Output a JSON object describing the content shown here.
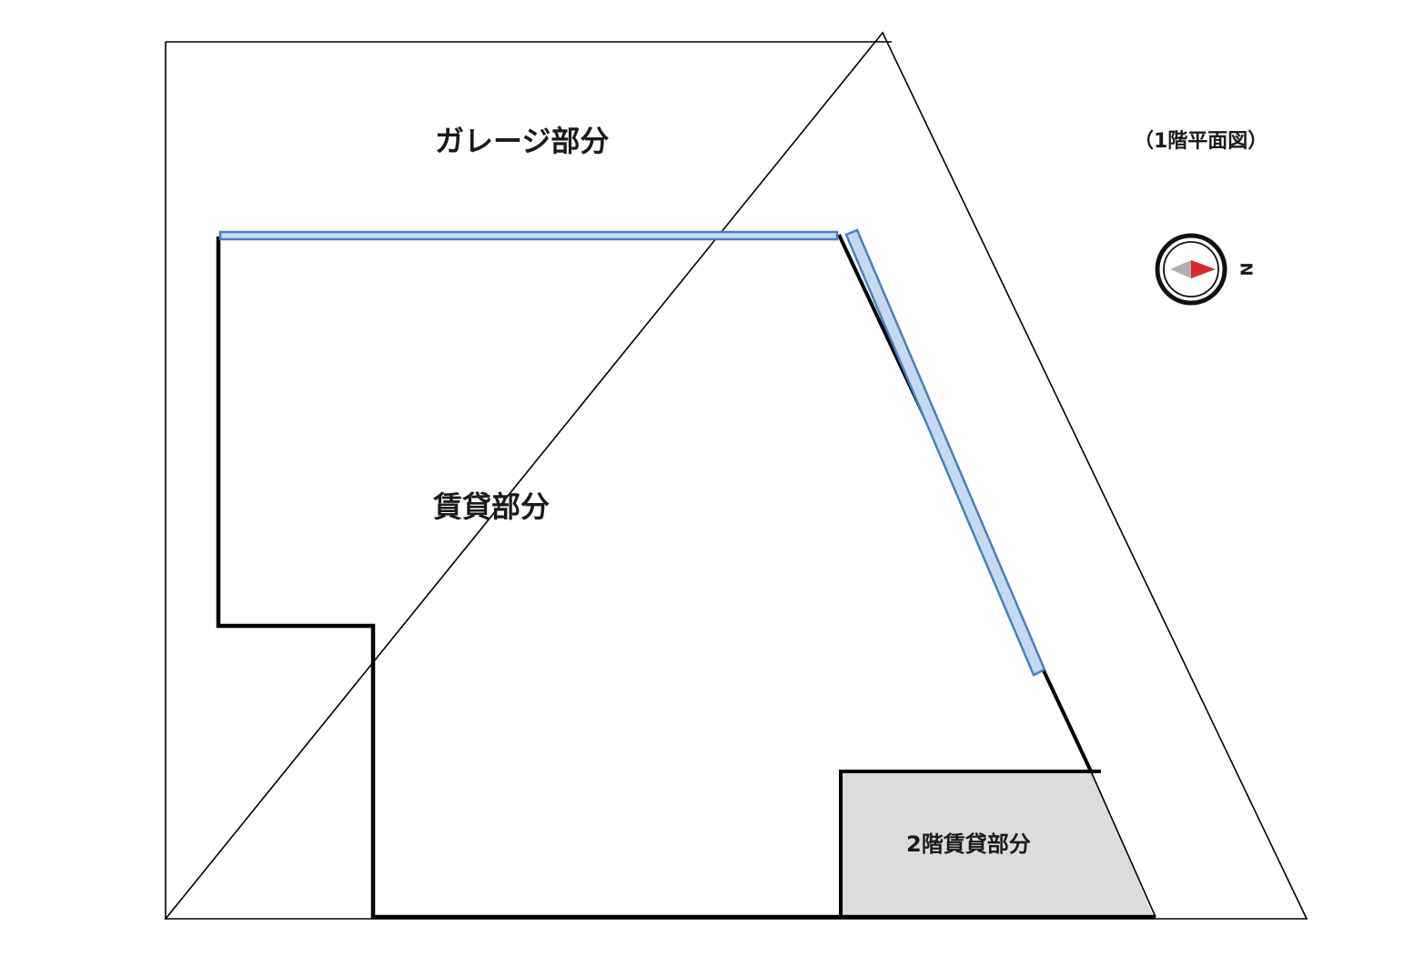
{
  "labels": {
    "garage": "ガレージ部分",
    "view_title": "（1階平面図）",
    "rental": "賃貸部分",
    "second_floor_rental": "2階賃貸部分",
    "compass_north": "N"
  },
  "colors": {
    "line": "#000000",
    "highlight_fill": "#c5daf0",
    "highlight_stroke": "#4a7fbf",
    "second_floor_fill": "#dcdcdc",
    "compass_arrow": "#d42a2a",
    "compass_tail": "#b0b0b0"
  }
}
